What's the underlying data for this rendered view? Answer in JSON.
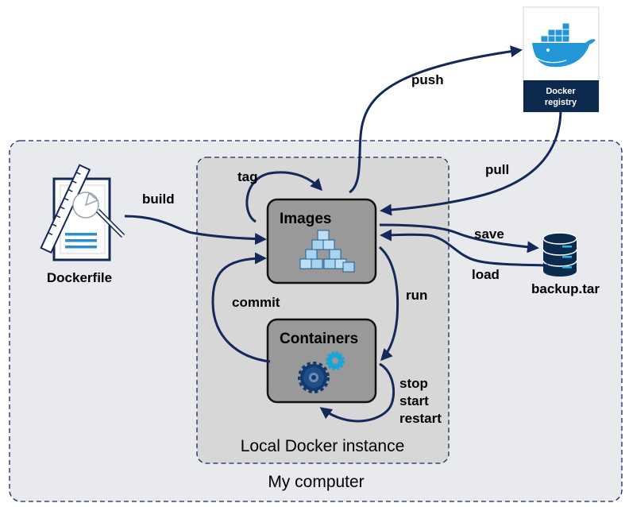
{
  "outer_area": {
    "label": "My computer"
  },
  "inner_area": {
    "label": "Local Docker instance"
  },
  "nodes": {
    "dockerfile": {
      "label": "Dockerfile",
      "icon": "dockerfile-icon"
    },
    "images": {
      "label": "Images",
      "icon": "image-cubes-icon"
    },
    "containers": {
      "label": "Containers",
      "icon": "gears-icon"
    },
    "registry": {
      "label_line1": "Docker",
      "label_line2": "registry",
      "icon": "docker-whale-icon"
    },
    "backup": {
      "label": "backup.tar",
      "icon": "database-icon"
    }
  },
  "edges": {
    "build": "build",
    "tag": "tag",
    "push": "push",
    "pull": "pull",
    "save": "save",
    "load": "load",
    "run": "run",
    "commit": "commit",
    "stop": "stop",
    "start": "start",
    "restart": "restart"
  },
  "colors": {
    "arrow": "#14285a",
    "box_fill": "#999999",
    "area_fill": "#e9eaee",
    "inner_fill": "#d7d7d8",
    "accent_blue": "#1a7cc0",
    "registry_bg": "#0c2a4e"
  }
}
